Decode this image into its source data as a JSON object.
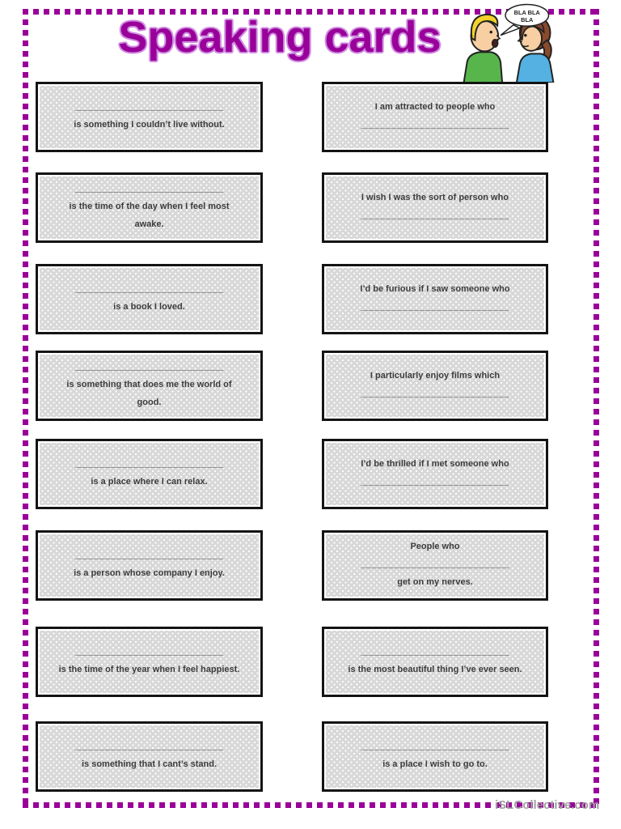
{
  "page": {
    "title": "Speaking cards",
    "watermark": "iSLCollective.com",
    "title_color": "#990099",
    "border_dot_color": "#990099",
    "card_bg_color": "#d8d8d8",
    "card_border_color": "#141414"
  },
  "clipart": {
    "label": "two-people-talking",
    "bubble_line1": "BLA BLA",
    "bubble_line2": "BLA"
  },
  "columns": {
    "left": [
      [
        "______________________________",
        "is something I couldn’t live without."
      ],
      [
        "______________________________",
        "is the time of the day when I feel most",
        "awake."
      ],
      [
        "______________________________",
        "is a book I loved."
      ],
      [
        "______________________________",
        "is something that does me the world of",
        "good."
      ],
      [
        "______________________________",
        "is a place where I can relax."
      ],
      [
        "______________________________",
        "is a person whose company I enjoy."
      ],
      [
        "______________________________",
        "is the time of the year when I feel happiest."
      ],
      [
        "______________________________",
        "is something that I cant’s stand."
      ]
    ],
    "right": [
      [
        "I am attracted to people who",
        "______________________________"
      ],
      [
        "I wish I was the sort of person who",
        "______________________________"
      ],
      [
        "I’d be furious if I saw someone who",
        "______________________________"
      ],
      [
        "I particularly enjoy films which",
        "______________________________"
      ],
      [
        "I’d be thrilled if I met someone who",
        "______________________________"
      ],
      [
        "People who",
        "______________________________",
        "get on my nerves."
      ],
      [
        "______________________________",
        "is the most beautiful thing I’ve ever seen."
      ],
      [
        "______________________________",
        "is a place I wish to go to."
      ]
    ]
  }
}
